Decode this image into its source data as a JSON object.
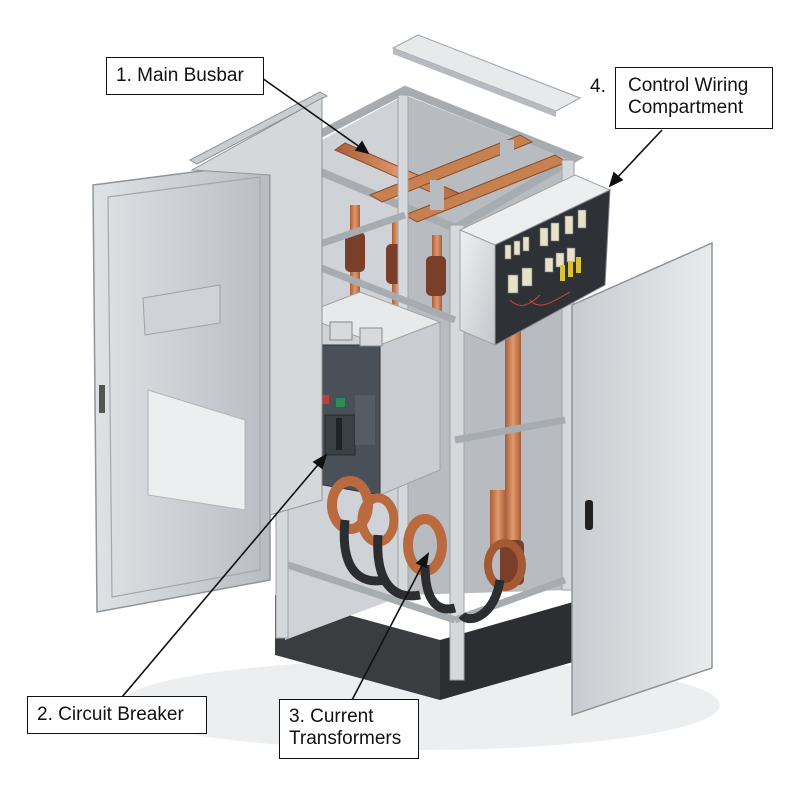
{
  "callouts": {
    "main_busbar": "1. Main Busbar",
    "circuit_breaker": "2. Circuit Breaker",
    "current_transformers_line1": "3. Current",
    "current_transformers_line2": "Transformers",
    "control_wiring_number": "4.",
    "control_wiring_line1": "Control Wiring",
    "control_wiring_line2": "Compartment"
  },
  "colors": {
    "steel_light": "#e4e6e8",
    "steel_mid": "#c9ccd0",
    "steel_dark": "#9ea3a8",
    "copper": "#c77a4f",
    "copper_dark": "#9b5634",
    "insulator": "#7a3f2a",
    "breaker_body": "#4a5057",
    "base": "#3a3c40"
  }
}
